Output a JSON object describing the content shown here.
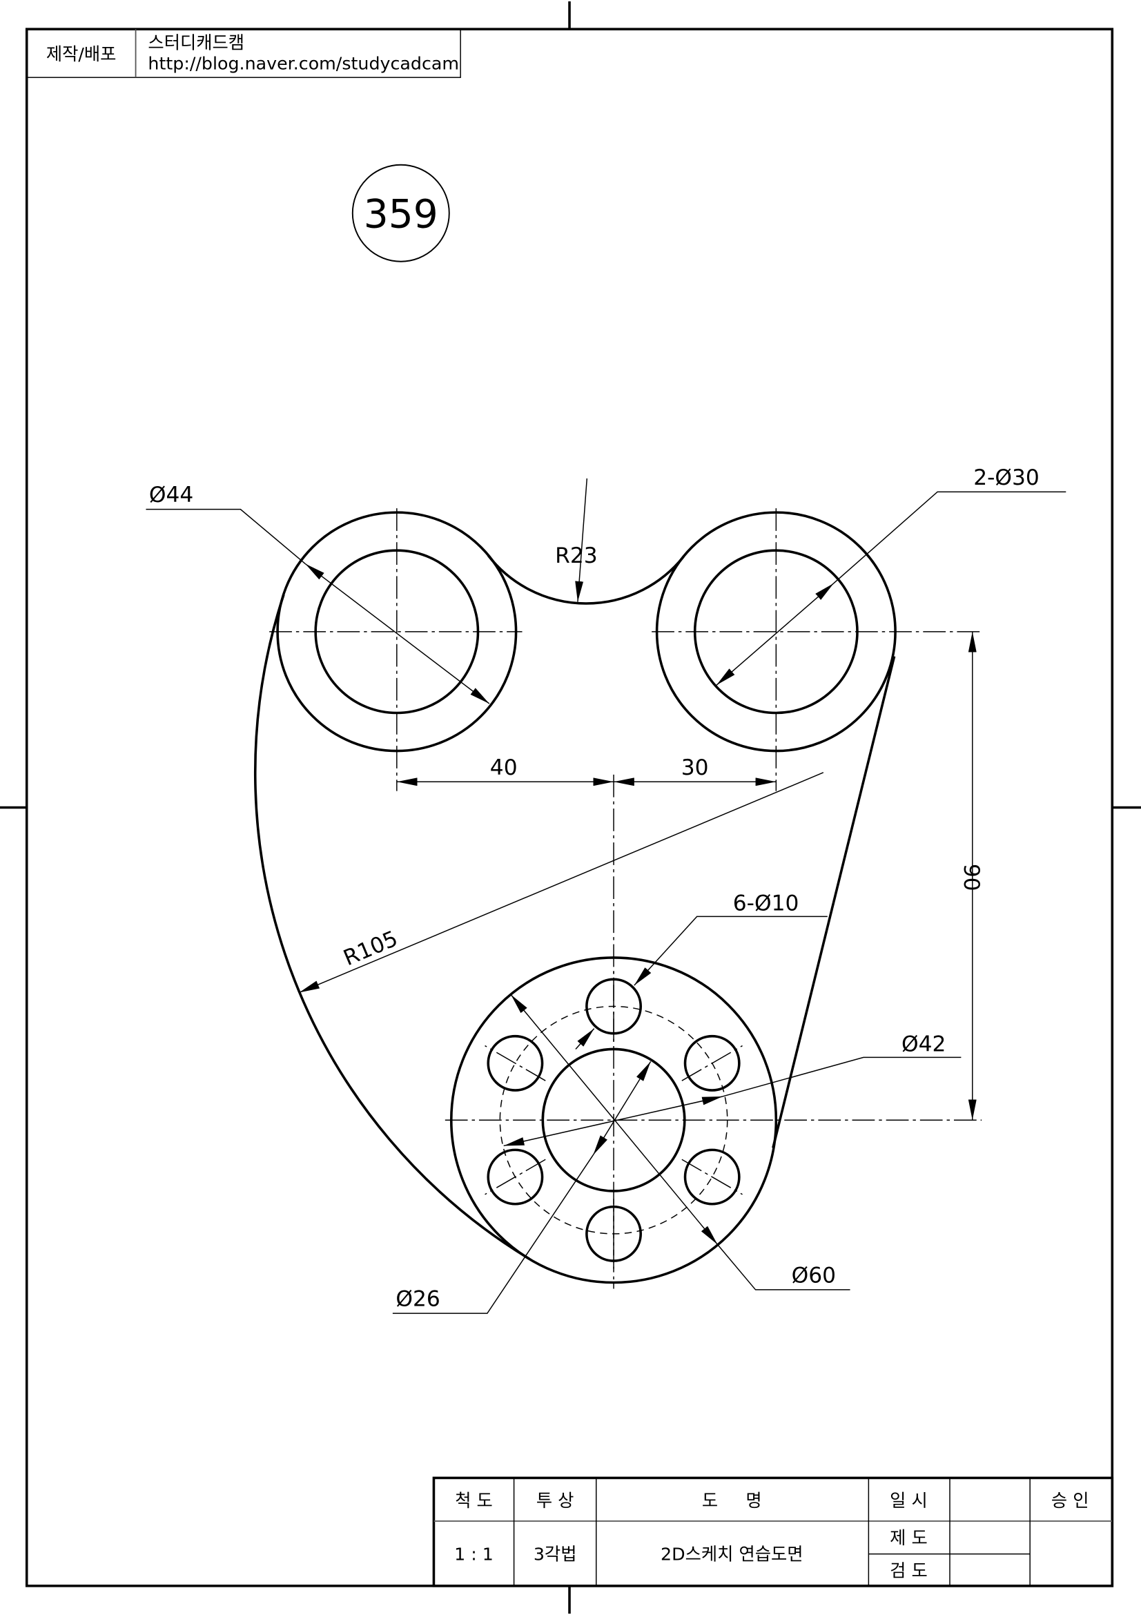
{
  "header": {
    "label": "제작/배포",
    "author": "스터디캐드캠",
    "url": "http://blog.naver.com/studycadcam"
  },
  "drawing_number": "359",
  "dimensions": {
    "d44": "Ø44",
    "d30": "2-Ø30",
    "r23": "R23",
    "len40": "40",
    "len30": "30",
    "r105": "R105",
    "d10": "6-Ø10",
    "len90": "90",
    "d42": "Ø42",
    "d60": "Ø60",
    "d26": "Ø26"
  },
  "title_block": {
    "scale_label": "척 도",
    "projection_label": "투 상",
    "name_label": "도     명",
    "date_label": "일 시",
    "approve_label": "승 인",
    "scale": "1 : 1",
    "projection": "3각법",
    "name": "2D스케치 연습도면",
    "drafted_label": "제 도",
    "checked_label": "검 도"
  }
}
